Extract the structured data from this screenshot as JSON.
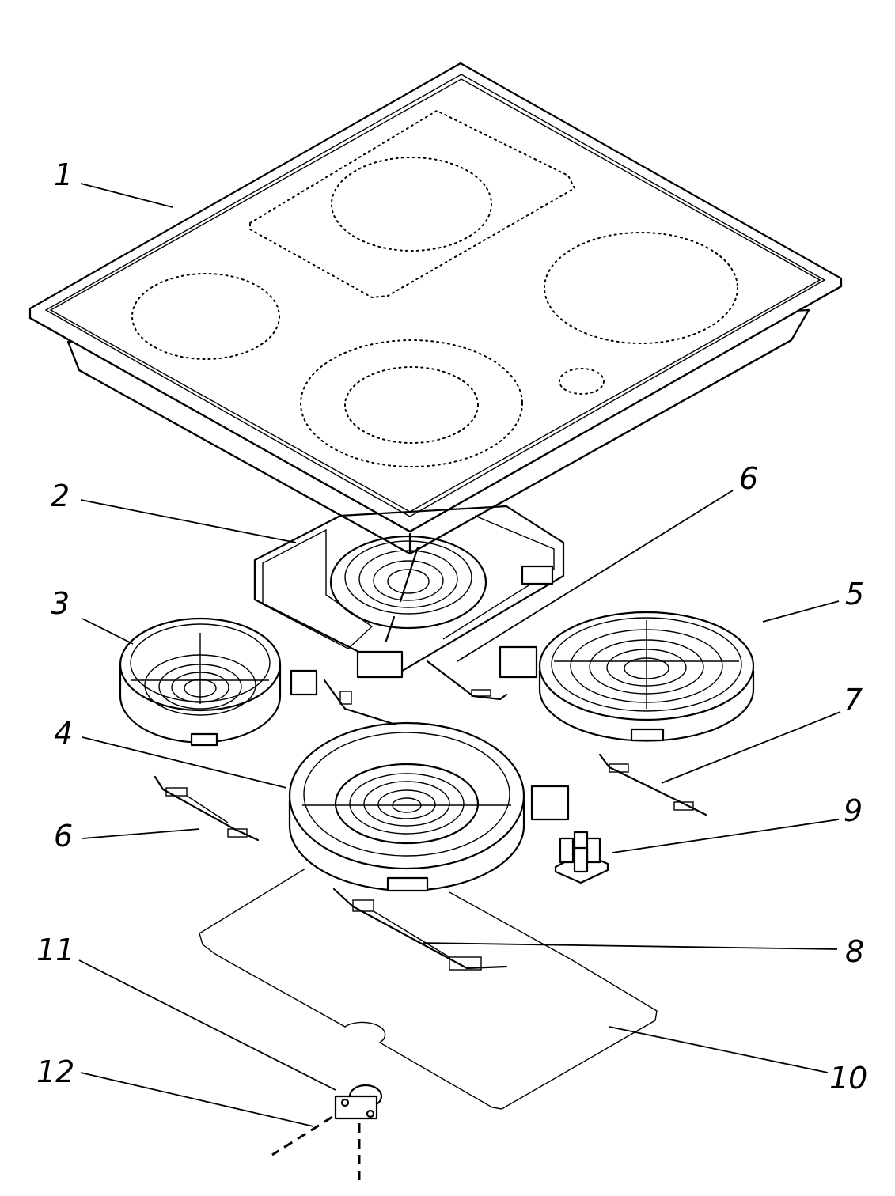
{
  "callouts": [
    {
      "id": "1",
      "label": "1"
    },
    {
      "id": "2",
      "label": "2"
    },
    {
      "id": "3",
      "label": "3"
    },
    {
      "id": "4",
      "label": "4"
    },
    {
      "id": "5",
      "label": "5"
    },
    {
      "id": "6a",
      "label": "6"
    },
    {
      "id": "6b",
      "label": "6"
    },
    {
      "id": "7",
      "label": "7"
    },
    {
      "id": "8",
      "label": "8"
    },
    {
      "id": "9",
      "label": "9"
    },
    {
      "id": "10",
      "label": "10"
    },
    {
      "id": "11",
      "label": "11"
    },
    {
      "id": "12",
      "label": "12"
    }
  ]
}
